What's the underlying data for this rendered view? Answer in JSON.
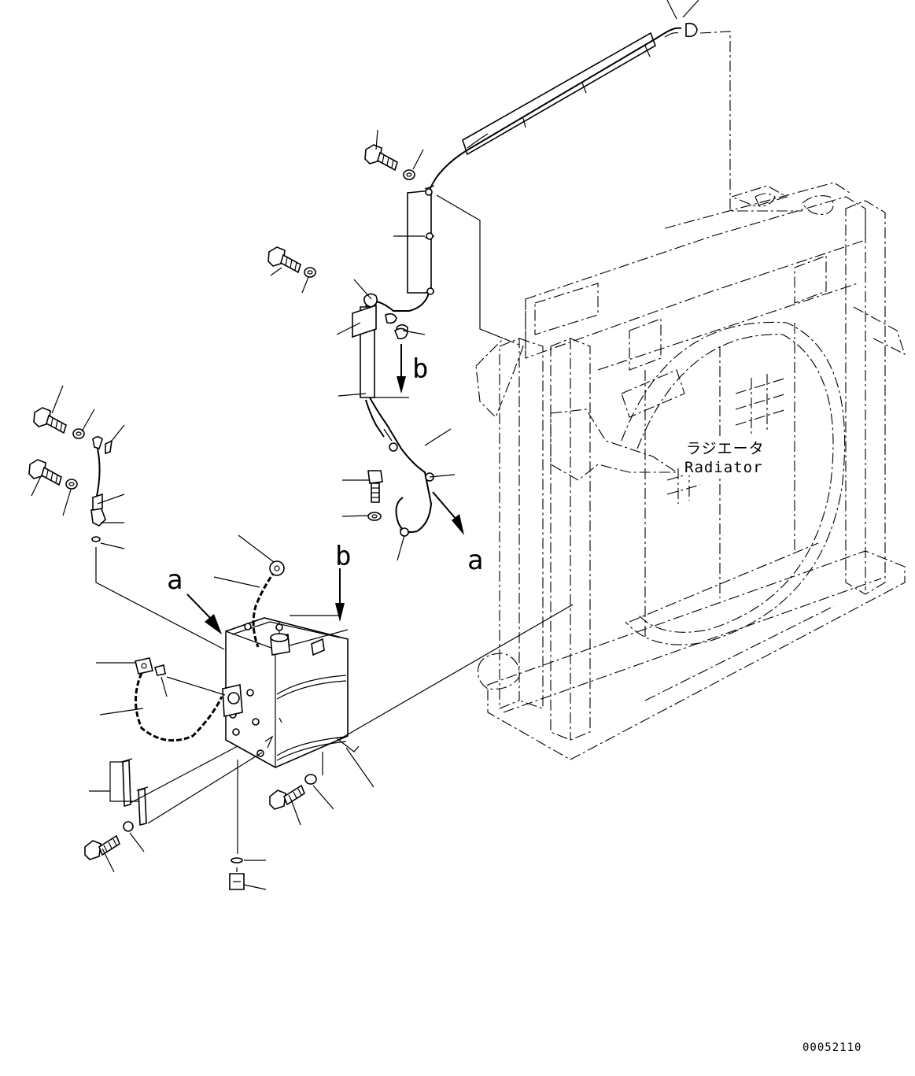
{
  "diagram": {
    "radiator_label_jp": "ラジエータ",
    "radiator_label_en": "Radiator",
    "view_marker_a_upper": "a",
    "view_marker_b_upper": "b",
    "view_marker_a_lower": "a",
    "view_marker_b_lower": "b",
    "drawing_number": "00052110"
  }
}
